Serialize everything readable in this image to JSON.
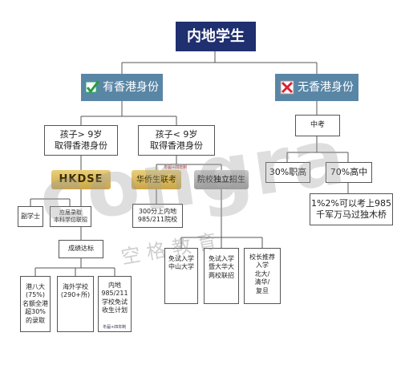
{
  "root": "内地学生",
  "branches": {
    "with_id": {
      "icon": "check-icon",
      "label": "有香港身份"
    },
    "without_id": {
      "icon": "cross-icon",
      "label": "无香港身份"
    }
  },
  "age_boxes": {
    "over9": [
      "孩子> 9岁",
      "取得香港身份"
    ],
    "under9": [
      "孩子< 9岁",
      "取得香港身份"
    ]
  },
  "routes": {
    "hkdse": "HKDSE",
    "joint_exam": "华侨生联考",
    "independent": "院校独立招生"
  },
  "badges": {
    "joint_exam": "冬届+四年制",
    "plan": "冬届+四年制"
  },
  "hkdse_items": {
    "bachelor": "副学士",
    "waiting": [
      "应届录取",
      "本科学位联招"
    ],
    "pass": "成绩达标"
  },
  "hkdse_results": [
    [
      "港八大",
      "(75%)",
      "名额全港",
      "超30%",
      "的录取"
    ],
    [
      "海外学校",
      "(290+所)"
    ],
    [
      "内地",
      "985/211",
      "学校免试",
      "收生计划"
    ]
  ],
  "joint_result": [
    "300分上内地",
    "985/211院校"
  ],
  "independent_results": [
    [
      "免试入学",
      "中山大学"
    ],
    [
      "免试入学",
      "暨大华大",
      "两校联招"
    ],
    [
      "校长推荐",
      "入学",
      "北大/",
      "清华/",
      "复旦"
    ]
  ],
  "no_id": {
    "exam": "中考",
    "vocational": "30%职高",
    "highschool": "70%高中",
    "note": [
      "1%2%可以考上985",
      "千军万马过独木桥"
    ]
  },
  "watermark": {
    "latin": "congra",
    "cjk": "空格教育"
  },
  "colors": {
    "root": "#1f2f6f",
    "category": "#5a86a6",
    "gold": "#d8b75a",
    "grey": "#a8a8a8"
  }
}
